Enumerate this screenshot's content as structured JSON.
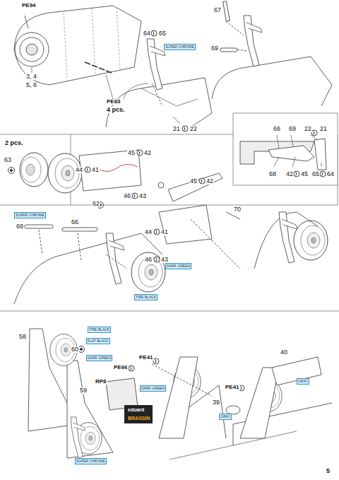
{
  "diagram": {
    "labels": [
      "PE94",
      "PE83",
      "4 pcs.",
      "3, 4",
      "5, 6",
      "64",
      "65",
      "SUPER CHROME",
      "21",
      "22",
      "67",
      "69",
      "66",
      "69",
      "22",
      "21",
      "68",
      "42",
      "45",
      "65",
      "64",
      "2 pcs.",
      "63",
      "62",
      "45",
      "42",
      "44",
      "41",
      "46",
      "43",
      "45",
      "42",
      "70",
      "44",
      "41",
      "46",
      "43",
      "68",
      "SUPER CHROME",
      "66",
      "TIRE BLACK",
      "DARK GREEN",
      "58",
      "59",
      "60",
      "TIRE BLACK",
      "FLAT BLACK",
      "DARK GREEN",
      "PE66",
      "RP8",
      "DARK GREEN",
      "SUPER CHROME",
      "eduard",
      "BRASSIN",
      "PE41",
      "PE41",
      "39",
      "40",
      "GRAY",
      "GRAY",
      "5"
    ]
  }
}
